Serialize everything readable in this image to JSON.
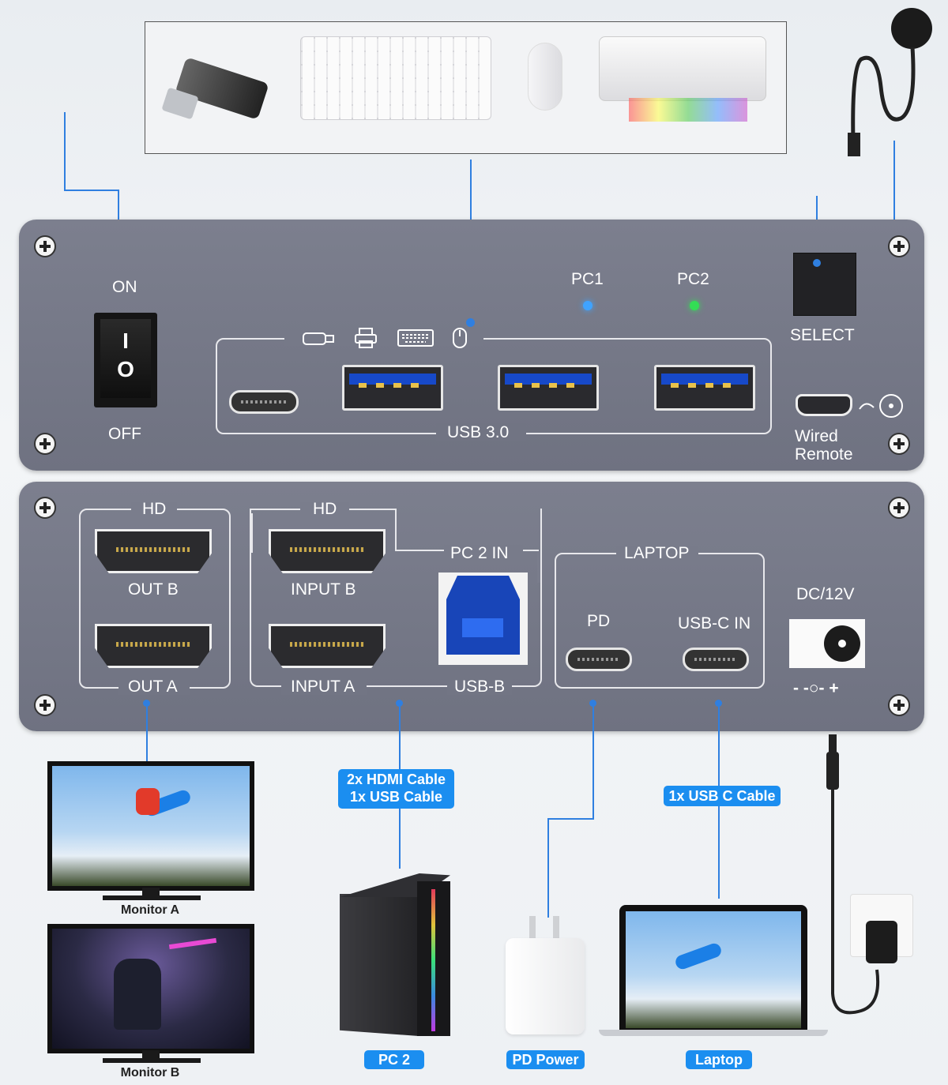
{
  "power_switch": {
    "on_label": "ON",
    "off_label": "OFF",
    "on_glyph": "I",
    "off_glyph": "O"
  },
  "usb_section": {
    "label": "USB 3.0",
    "icons": [
      "usb-drive-icon",
      "printer-icon",
      "keyboard-icon",
      "mouse-icon"
    ]
  },
  "leds": [
    {
      "label": "PC1",
      "color": "#3fa3ff"
    },
    {
      "label": "PC2",
      "color": "#33dd55"
    }
  ],
  "select": {
    "label": "SELECT"
  },
  "wired_remote": {
    "label_line1": "Wired",
    "label_line2": "Remote"
  },
  "hdmi_out": {
    "group_label": "HD",
    "out_b": "OUT B",
    "out_a": "OUT A"
  },
  "hdmi_in": {
    "group_label": "HD",
    "input_b": "INPUT B",
    "input_a": "INPUT A",
    "pc2_in": "PC 2 IN",
    "usb_b": "USB-B"
  },
  "laptop_group": {
    "label": "LAPTOP",
    "pd": "PD",
    "usbc_in": "USB-C IN"
  },
  "dc": {
    "label": "DC/12V",
    "polarity": "- -○- +"
  },
  "badges": {
    "pc2_cable_line1": "2x HDMI Cable",
    "pc2_cable_line2": "1x USB Cable",
    "usbc_cable": "1x USB C Cable"
  },
  "devices": {
    "monitor_a": "Monitor A",
    "monitor_b": "Monitor B",
    "pc2": "PC 2",
    "pd_power": "PD Power",
    "laptop": "Laptop"
  },
  "colors": {
    "accent": "#1b8ef0",
    "panel": "#737685",
    "usb_blue": "#1749c9"
  }
}
